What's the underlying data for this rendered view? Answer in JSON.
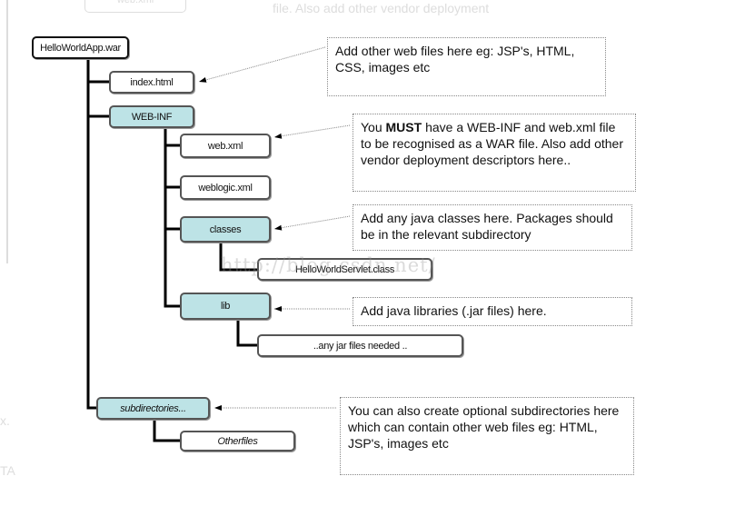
{
  "background_fragments": {
    "top_box": "web.xml",
    "top_text": "file. Also add other vendor deployment",
    "left_1": "x.",
    "left_2": "TA"
  },
  "watermark": "http://blog.csdn.net/",
  "nodes": {
    "root": "HelloWorldApp.war",
    "index": "index.html",
    "webinf": "WEB-INF",
    "webxml": "web.xml",
    "weblogic": "weblogic.xml",
    "classes": "classes",
    "servlet": "HelloWorldServlet.class",
    "lib": "lib",
    "jars": "..any jar files needed ..",
    "subdirs": "subdirectories...",
    "otherfiles": "Otherfiles"
  },
  "notes": {
    "web_files": "Add other web files here eg: JSP's, HTML, CSS,  images etc",
    "webinf_pre": "You ",
    "webinf_bold": "MUST",
    "webinf_post": " have a WEB-INF and web.xml file to be recognised as a WAR file. Also add other vendor deployment descriptors here..",
    "classes": "Add any java classes here. Packages should be in the relevant subdirectory",
    "lib": "Add java libraries (.jar files) here.",
    "subdirs": "You can also create optional subdirectories here which can contain other web files eg: HTML, JSP's, images etc"
  },
  "colors": {
    "directory": "#bde3e6",
    "file": "#ffffff",
    "line": "#000000"
  }
}
